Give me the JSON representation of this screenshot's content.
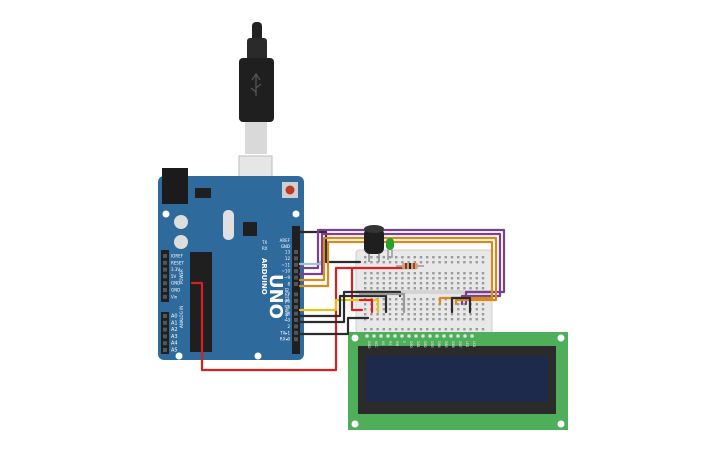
{
  "board": {
    "brand": "ARDUINO",
    "model": "UNO",
    "digital_header": "DIGITAL (PWM~)",
    "analog_header": "ANALOG IN",
    "power_header": "POWER",
    "aref": "AREF",
    "gnd": "GND",
    "tx_label": "TX",
    "rx_label": "RX",
    "digital_pins": [
      "13",
      "12",
      "~11",
      "~10",
      "~9",
      "8",
      "7",
      "~6",
      "~5",
      "4",
      "~3",
      "2",
      "TX▸1",
      "RX◂0"
    ],
    "power_pins": [
      "IOREF",
      "RESET",
      "3.3V",
      "5V",
      "GND",
      "GND",
      "Vin"
    ],
    "analog_pins": [
      "A0",
      "A1",
      "A2",
      "A3",
      "A4",
      "A5"
    ]
  },
  "lcd": {
    "pins": [
      "GND",
      "VCC",
      "V0",
      "RS",
      "RW",
      "E",
      "DB0",
      "DB1",
      "DB2",
      "DB3",
      "DB4",
      "DB5",
      "DB6",
      "DB7",
      "LED",
      "LED"
    ]
  },
  "colors": {
    "board": "#2f6a9d",
    "usb": "#1e1e1e",
    "lcd_pcb": "#4fae5a",
    "lcd_screen": "#1e2a4c",
    "breadboard": "#e8e8e8",
    "wire_red": "#d92020",
    "wire_black": "#2b2b2b",
    "wire_purple": "#7a3f8f",
    "wire_orange": "#d98a1f",
    "wire_yellow": "#e6c21a",
    "wire_gray": "#9a9a9a",
    "wire_lightblue": "#9ec3d9",
    "led": "#2aa22a"
  }
}
